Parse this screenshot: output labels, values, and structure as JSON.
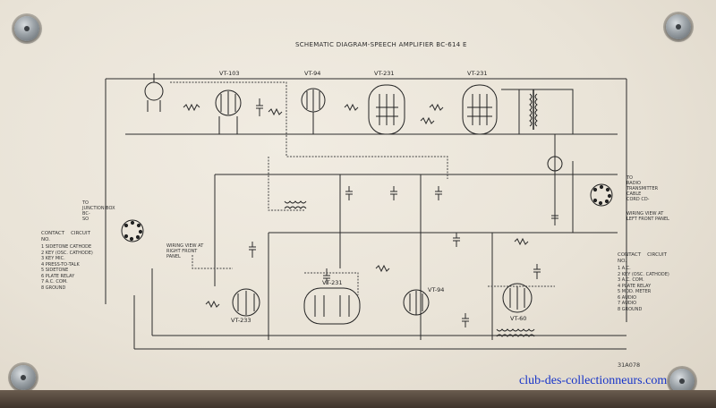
{
  "title": "SCHEMATIC DIAGRAM-SPEECH AMPLIFIER BC-614 E",
  "tubes": {
    "t1": "VT-103",
    "t2": "VT-94",
    "t3": "VT-231",
    "t4": "VT-231",
    "t5": "VT-233",
    "t6": "VT-231",
    "t7": "VT-94",
    "t8": "VT-60"
  },
  "left_legend": {
    "header": "CONTACT    CIRCUIT\nNO.",
    "items": [
      "1   SIDETONE CATHODE",
      "2   KEY (OSC. CATHODE)",
      "3   KEY MIC.",
      "4   PRESS-TO-TALK",
      "5   SIDETONE",
      "6   PLATE RELAY",
      "7   A.C. COM.",
      "8   GROUND"
    ]
  },
  "right_legend": {
    "header": "CONTACT    CIRCUIT\nNO.",
    "items": [
      "1   A.C.",
      "2   KEY (OSC. CATHODE)",
      "3   A.C. COM.",
      "4   PLATE RELAY",
      "5   MOD. METER",
      "6   AUDIO",
      "7   AUDIO",
      "8   GROUND"
    ]
  },
  "notes": {
    "junction": "TO\nJUNCTION BOX\nBC-\nSO",
    "radio": "TO\nRADIO\nTRANSMITTER\nCABLE\nCORD CD-",
    "wiring_left": "WIRING VIEW AT\nRIGHT FRONT\nPANEL",
    "wiring_right": "WIRING VIEW AT\nLEFT FRONT PANEL"
  },
  "part_number": "31A078",
  "watermark": "club-des-collectionneurs.com"
}
